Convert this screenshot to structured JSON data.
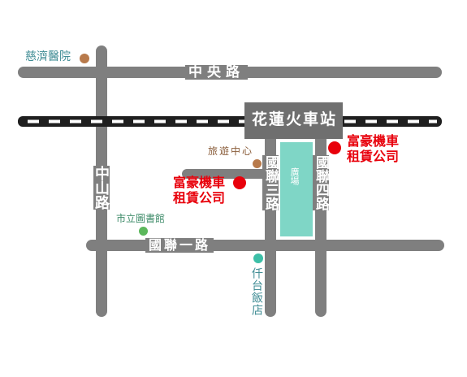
{
  "roads": {
    "zhongyang": "中央路",
    "zhongshan": "中山路",
    "guolian1": "國聯一路",
    "guolian3": "國聯三路",
    "guolian4": "國聯四路"
  },
  "station": {
    "name": "花蓮火車站"
  },
  "plaza": {
    "label": "廣場"
  },
  "pois": {
    "hospital": "慈濟醫院",
    "tourist_center": "旅遊中心",
    "library": "市立圖書館",
    "hotel": "仟台飯店"
  },
  "rental": {
    "shop_a_line1": "富豪機車",
    "shop_a_line2": "租賃公司",
    "shop_b_line1": "富豪機車",
    "shop_b_line2": "租賃公司"
  },
  "colors": {
    "road": "#7f7f7f",
    "railway": "#1f1f1f",
    "station_box": "#6f6f6f",
    "plaza": "#7fd6c6",
    "rental_marker": "#e8000b",
    "hospital_marker": "#b87a4b",
    "tourist_marker": "#b87a4b",
    "library_marker": "#5cb85c",
    "hotel_marker": "#3cbfa7"
  }
}
